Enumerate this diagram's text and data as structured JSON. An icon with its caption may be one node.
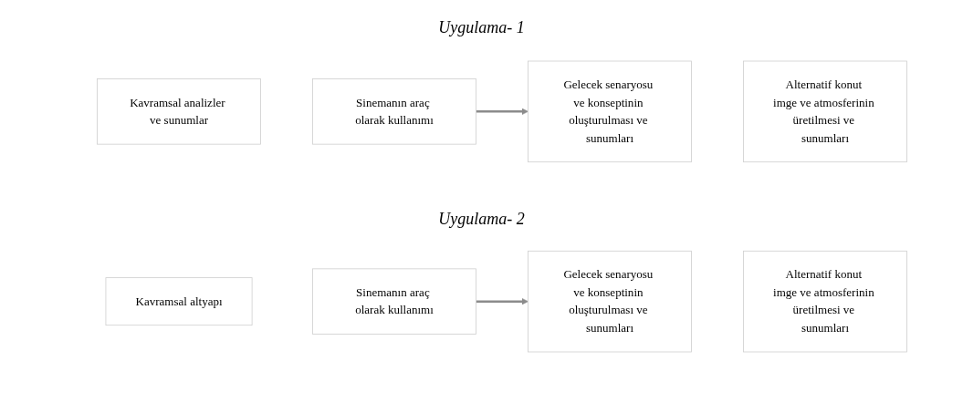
{
  "diagram": {
    "nodes": [
      {
        "text": [
          "Kavramsal analizler ve sunumlar"
        ]
      },
      {
        "text": [
          "Sinemanın araç olarak kullanımı"
        ]
      },
      {
        "text": [
          "Gelecek senaryosu ve konseptinin oluşturulması ve sunumları"
        ]
      },
      {
        "text": [
          "Alternatif konut imge ve atmosferinin üretilmesi ve sunumları"
        ]
      },
      {
        "text": [
          "Kavramsal altyapı"
        ]
      },
      {
        "text": [
          "Sinemanın araç olarak kullanımı"
        ]
      },
      {
        "text": [
          "Gelecek senaryosu ve konseptinin oluşturulması ve sunumları"
        ]
      },
      {
        "text": [
          "Alternatif konut imge ve atmosferinin üretilmesi ve sunumları"
        ]
      }
    ],
    "edges": [
      {
        "from": 1,
        "to": 2,
        "arrow": "to"
      },
      {
        "from": 5,
        "to": 6,
        "arrow": "to"
      }
    ],
    "labels": [
      "Uygulama- 1",
      "Uygulama- 2"
    ]
  }
}
